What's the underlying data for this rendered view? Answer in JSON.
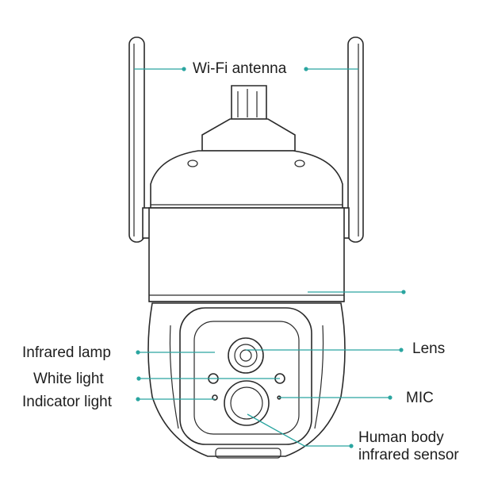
{
  "labels": {
    "wifi_antenna": "Wi-Fi antenna",
    "infrared_lamp": "Infrared lamp",
    "white_light": "White light",
    "indicator_light": "Indicator light",
    "lens": "Lens",
    "mic": "MIC",
    "human_body_sensor": "Human body\ninfrared sensor"
  },
  "colors": {
    "leader": "#2aa5a0",
    "outline": "#2a2a2a",
    "text": "#1e1e1e"
  }
}
